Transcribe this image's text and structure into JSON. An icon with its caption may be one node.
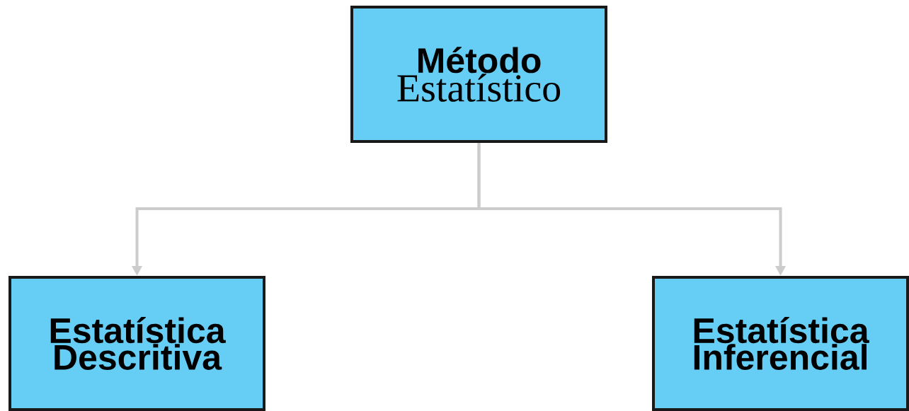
{
  "diagram": {
    "nodes": [
      {
        "text": [
          "Método",
          "Estatístico"
        ]
      },
      {
        "text": [
          "Estatística Descritiva"
        ]
      },
      {
        "text": [
          "Estatística Inferencial"
        ]
      }
    ],
    "edges": [
      {
        "from": 0,
        "to": 1,
        "arrow": "to"
      },
      {
        "from": 0,
        "to": 2,
        "arrow": "to"
      }
    ]
  }
}
